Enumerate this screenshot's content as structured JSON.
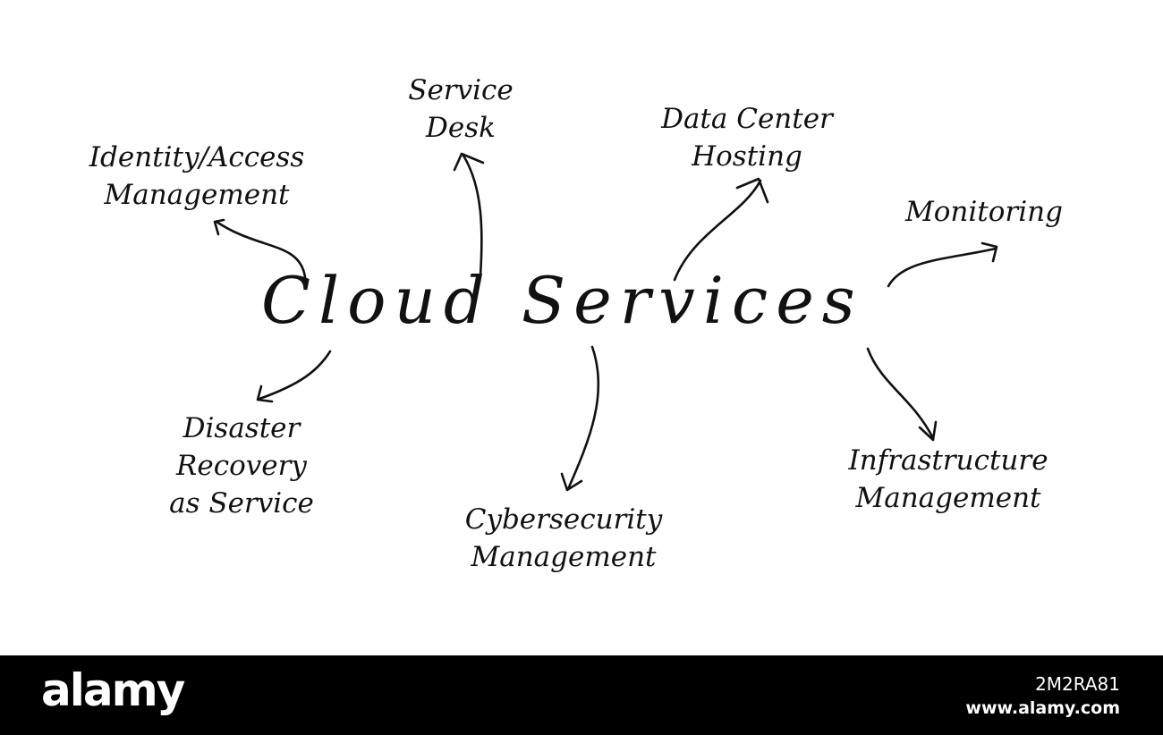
{
  "diagram": {
    "center": "Cloud Services",
    "nodes": {
      "identity": [
        "Identity/Access",
        "Management"
      ],
      "service_desk": [
        "Service",
        "Desk"
      ],
      "data_center": [
        "Data Center",
        "Hosting"
      ],
      "monitoring": [
        "Monitoring"
      ],
      "disaster": [
        "Disaster",
        "Recovery",
        "as Service"
      ],
      "cybersecurity": [
        "Cybersecurity",
        "Management"
      ],
      "infrastructure": [
        "Infrastructure",
        "Management"
      ]
    }
  },
  "footer": {
    "brand": "alamy",
    "image_id": "2M2RA81",
    "site": "www.alamy.com"
  },
  "colors": {
    "ink": "#111111",
    "background": "#ffffff",
    "footer_bg": "#000000",
    "footer_text": "#ffffff"
  }
}
